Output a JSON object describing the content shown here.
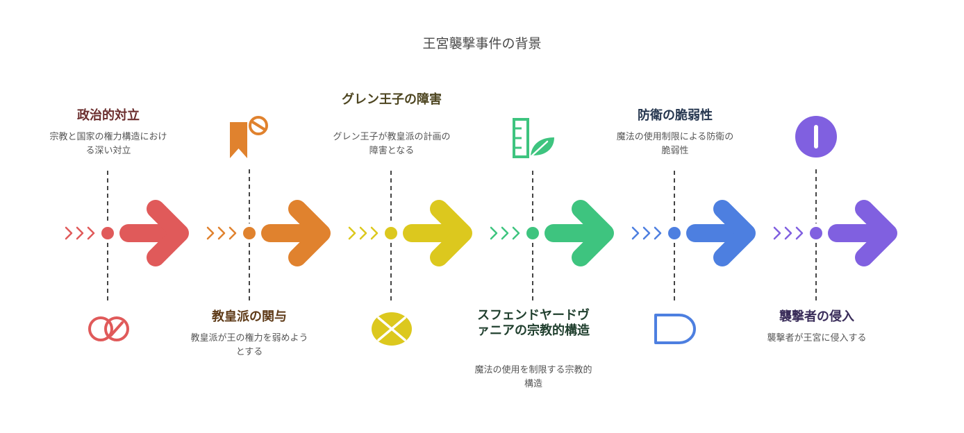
{
  "title": "王宮襲撃事件の背景",
  "stages": [
    {
      "title": "政治的対立",
      "desc": "宗教と国家の権力構造における深い対立",
      "color": "#e05a5a",
      "title_color": "#6b2e2e",
      "icon": "interlocking-rings-icon"
    },
    {
      "title": "教皇派の関与",
      "desc": "教皇派が王の権力を弱めようとする",
      "color": "#e0822e",
      "title_color": "#5e3a17",
      "icon": "bookmark-icon"
    },
    {
      "title": "グレン王子の障害",
      "desc": "グレン王子が教皇派の計画の障害となる",
      "color": "#dcc81e",
      "title_color": "#4d4520",
      "icon": "x-circle-icon"
    },
    {
      "title": "スフェンドヤードヴァニアの宗教的構造",
      "desc": "魔法の使用を制限する宗教的構造",
      "color": "#3ec47f",
      "title_color": "#21402f",
      "icon": "ruler-leaf-icon"
    },
    {
      "title": "防衛の脆弱性",
      "desc": "魔法の使用制限による防衛の脆弱性",
      "color": "#4d7fe0",
      "title_color": "#25364f",
      "icon": "d-shape-icon"
    },
    {
      "title": "襲撃者の侵入",
      "desc": "襲撃者が王宮に侵入する",
      "color": "#8060e0",
      "title_color": "#3a2d5a",
      "icon": "pill-circle-icon"
    }
  ]
}
